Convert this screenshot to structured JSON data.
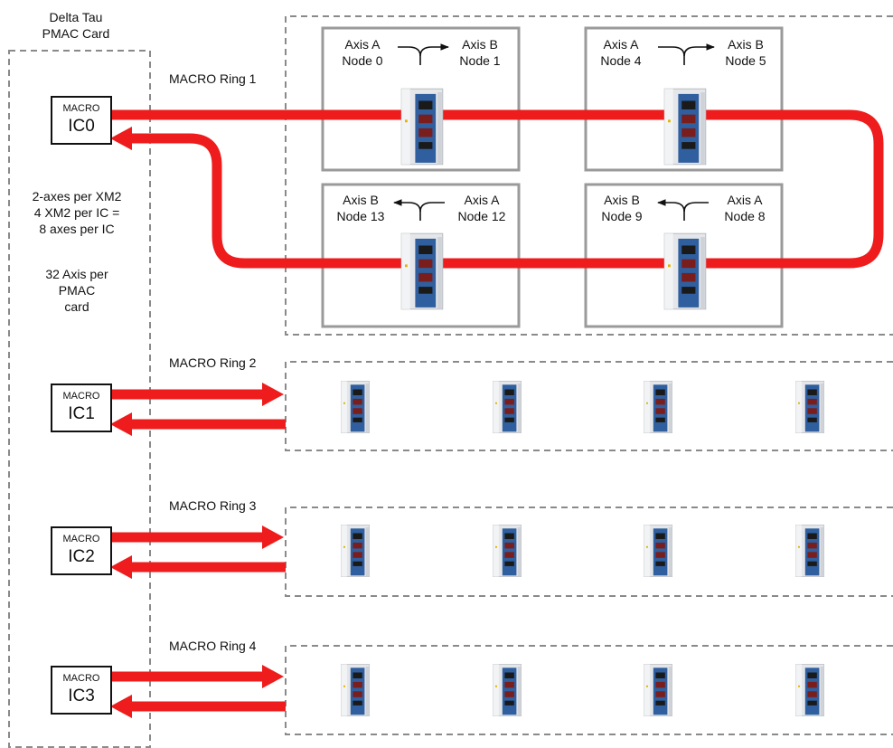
{
  "pmac_card": {
    "title_line1": "Delta Tau",
    "title_line2": "PMAC Card",
    "note_line1": "2-axes per XM2",
    "note_line2": "4 XM2 per IC =",
    "note_line3": "8 axes per IC",
    "note_line4": "32 Axis per",
    "note_line5": "PMAC",
    "note_line6": "card"
  },
  "ic_boxes": [
    {
      "top": "MACRO",
      "name": "IC0"
    },
    {
      "top": "MACRO",
      "name": "IC1"
    },
    {
      "top": "MACRO",
      "name": "IC2"
    },
    {
      "top": "MACRO",
      "name": "IC3"
    }
  ],
  "rings": [
    {
      "label": "MACRO Ring 1"
    },
    {
      "label": "MACRO Ring 2"
    },
    {
      "label": "MACRO Ring 3"
    },
    {
      "label": "MACRO Ring 4"
    }
  ],
  "nodes": [
    {
      "left_axis": "Axis A",
      "left_node": "Node 0",
      "right_axis": "Axis B",
      "right_node": "Node 1"
    },
    {
      "left_axis": "Axis A",
      "left_node": "Node 4",
      "right_axis": "Axis B",
      "right_node": "Node 5"
    },
    {
      "left_axis": "Axis B",
      "left_node": "Node 13",
      "right_axis": "Axis A",
      "right_node": "Node 12"
    },
    {
      "left_axis": "Axis B",
      "left_node": "Node 9",
      "right_axis": "Axis A",
      "right_node": "Node 8"
    }
  ],
  "colors": {
    "ring": "#ee1c1c",
    "drive_blue": "#2f5f9e",
    "drive_gray": "#e4e6ea",
    "dashed": "#8a8a8a",
    "node_box": "#9a9a9a"
  }
}
